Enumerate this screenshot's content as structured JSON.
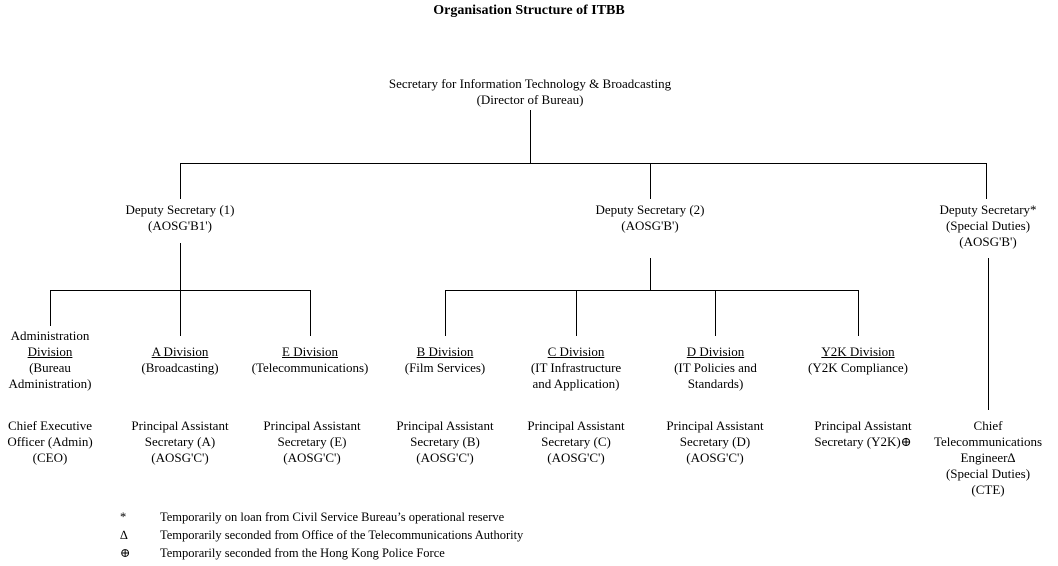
{
  "title": "Organisation Structure of ITBB",
  "nodes": {
    "secretary": {
      "line1": "Secretary for Information Technology & Broadcasting",
      "line2": "(Director of Bureau)"
    },
    "deputy1": {
      "line1": "Deputy Secretary (1)",
      "line2": "(AOSG'B1')"
    },
    "deputy2": {
      "line1": "Deputy Secretary (2)",
      "line2": "(AOSG'B')"
    },
    "deputy_special": {
      "line1": "Deputy Secretary*",
      "line2": "(Special Duties)",
      "line3": "(AOSG'B')"
    },
    "admin_division": {
      "line1": "Administration",
      "line2": "Division",
      "line3": "(Bureau",
      "line4": "Administration)"
    },
    "a_division": {
      "line1": "A Division",
      "line2": "(Broadcasting)"
    },
    "e_division": {
      "line1": "E Division",
      "line2": "(Telecommunications)"
    },
    "b_division": {
      "line1": "B Division",
      "line2": "(Film Services)"
    },
    "c_division": {
      "line1": "C Division",
      "line2": "(IT Infrastructure",
      "line3": "and Application)"
    },
    "d_division": {
      "line1": "D Division",
      "line2": "(IT Policies and",
      "line3": "Standards)"
    },
    "y2k_division": {
      "line1": "Y2K Division",
      "line2": "(Y2K Compliance)"
    },
    "ceo": {
      "line1": "Chief Executive",
      "line2": "Officer (Admin)",
      "line3": "(CEO)"
    },
    "pas_a": {
      "line1": "Principal Assistant",
      "line2": "Secretary (A)",
      "line3": "(AOSG'C')"
    },
    "pas_e": {
      "line1": "Principal Assistant",
      "line2": "Secretary (E)",
      "line3": "(AOSG'C')"
    },
    "pas_b": {
      "line1": "Principal Assistant",
      "line2": "Secretary (B)",
      "line3": "(AOSG'C')"
    },
    "pas_c": {
      "line1": "Principal Assistant",
      "line2": "Secretary (C)",
      "line3": "(AOSG'C')"
    },
    "pas_d": {
      "line1": "Principal Assistant",
      "line2": "Secretary (D)",
      "line3": "(AOSG'C')"
    },
    "pas_y2k": {
      "line1": "Principal Assistant",
      "line2": "Secretary (Y2K)⊕"
    },
    "cte": {
      "line1": "Chief",
      "line2": "Telecommunications",
      "line3": "Engineer∆",
      "line4": "(Special Duties)",
      "line5": "(CTE)"
    }
  },
  "footnotes": [
    {
      "symbol": "*",
      "text": "Temporarily on loan from Civil Service Bureau’s operational reserve"
    },
    {
      "symbol": "∆",
      "text": "Temporarily seconded from Office of the Telecommunications Authority"
    },
    {
      "symbol": "⊕",
      "text": "Temporarily seconded from the Hong Kong Police Force"
    }
  ]
}
